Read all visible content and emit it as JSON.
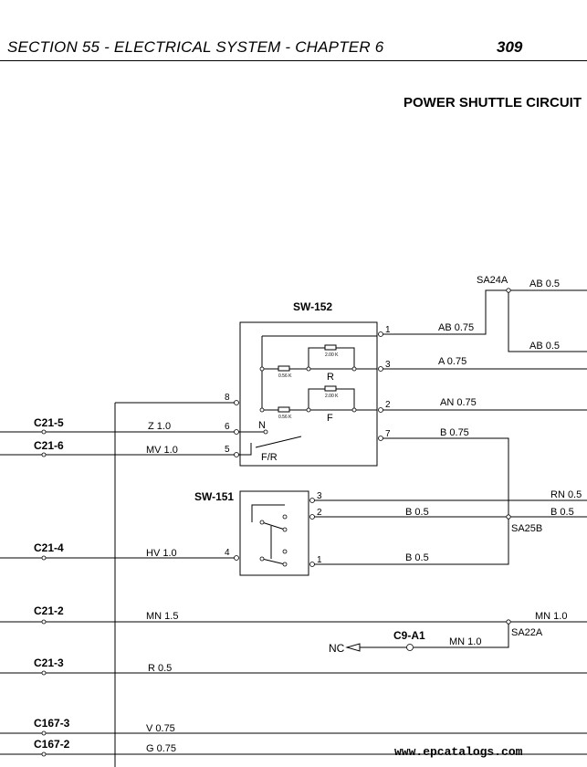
{
  "header": {
    "section": "SECTION 55 - ELECTRICAL SYSTEM - CHAPTER 6",
    "page_number": "309"
  },
  "title": "POWER SHUTTLE CIRCUIT",
  "components": {
    "sw152": "SW-152",
    "sw151": "SW-151",
    "c9a1": "C9-A1",
    "nc": "NC"
  },
  "connectors": {
    "c21_5": "C21-5",
    "c21_6": "C21-6",
    "c21_4": "C21-4",
    "c21_2": "C21-2",
    "c21_3": "C21-3",
    "c167_3": "C167-3",
    "c167_2": "C167-2"
  },
  "splices": {
    "sa24a": "SA24A",
    "sa25b": "SA25B",
    "sa22a": "SA22A"
  },
  "wires": {
    "z": "Z 1.0",
    "mv": "MV 1.0",
    "hv": "HV 1.0",
    "mn15": "MN 1.5",
    "r": "R 0.5",
    "v": "V 0.75",
    "g": "G 0.75",
    "ab075": "AB 0.75",
    "a075": "A 0.75",
    "an075": "AN 0.75",
    "b075": "B 0.75",
    "ab05_top": "AB 0.5",
    "ab05_bot": "AB 0.5",
    "rn05": "RN 0.5",
    "b05_right": "B 0.5",
    "b05_mid": "B 0.5",
    "b05_low": "B 0.5",
    "mn10_right": "MN 1.0",
    "mn10_mid": "MN 1.0"
  },
  "pins": {
    "sw152_1": "1",
    "sw152_3": "3",
    "sw152_2": "2",
    "sw152_7": "7",
    "sw152_8": "8",
    "sw152_6": "6",
    "sw152_5": "5",
    "sw151_3": "3",
    "sw151_2": "2",
    "sw151_1": "1",
    "sw151_4": "4"
  },
  "switch_labels": {
    "n": "N",
    "fr": "F/R",
    "r": "R",
    "f": "F"
  },
  "resistors": {
    "r_top": "2.00 K",
    "r_left_1": "0.56 K",
    "r_mid": "2.00 K",
    "r_left_2": "0.56 K"
  },
  "watermark": "www.epcatalogs.com"
}
